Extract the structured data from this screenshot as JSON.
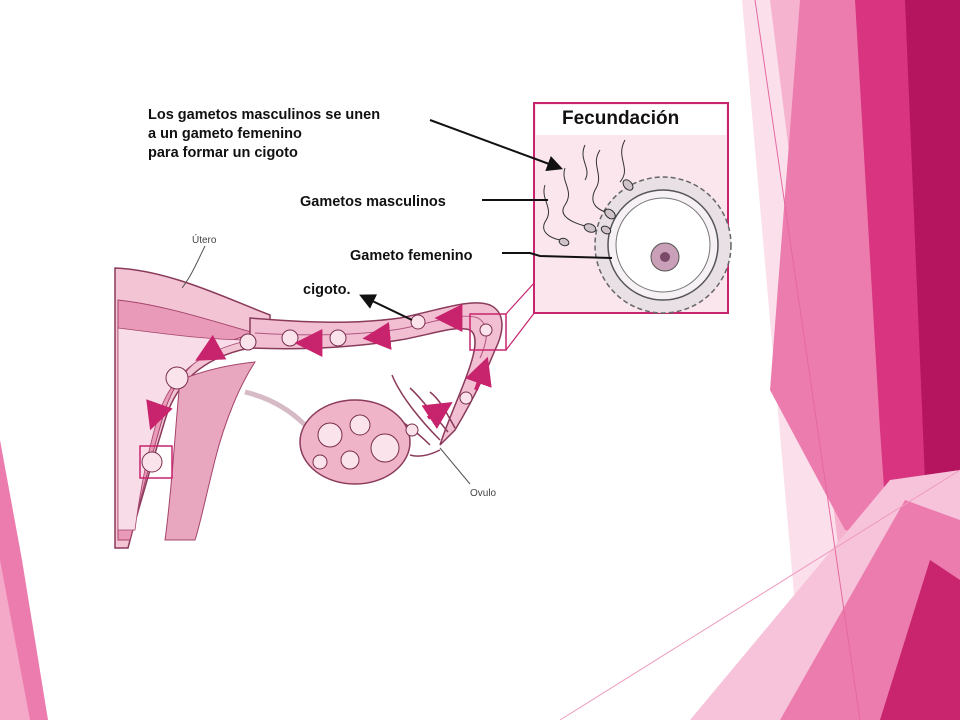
{
  "slide": {
    "theme_colors": {
      "magenta_dark": "#b5155f",
      "magenta": "#d9347f",
      "pink": "#ec7cae",
      "pink_light": "#f7c3da",
      "pink_pale": "#fbe0ec",
      "tissue_pink": "#f3c4d4",
      "tissue_dark": "#c94c7c",
      "arrow_magenta": "#c8246e"
    }
  },
  "diagram": {
    "inset_title": "Fecundación",
    "callout_union_lines": [
      "Los gametos masculinos se unen",
      "a un gameto femenino",
      "para formar un cigoto"
    ],
    "label_male_gametes": "Gametos masculinos",
    "label_female_gamete": "Gameto femenino",
    "label_zygote": "cigoto.",
    "label_uterus": "Útero",
    "label_ovule": "Ovulo"
  }
}
